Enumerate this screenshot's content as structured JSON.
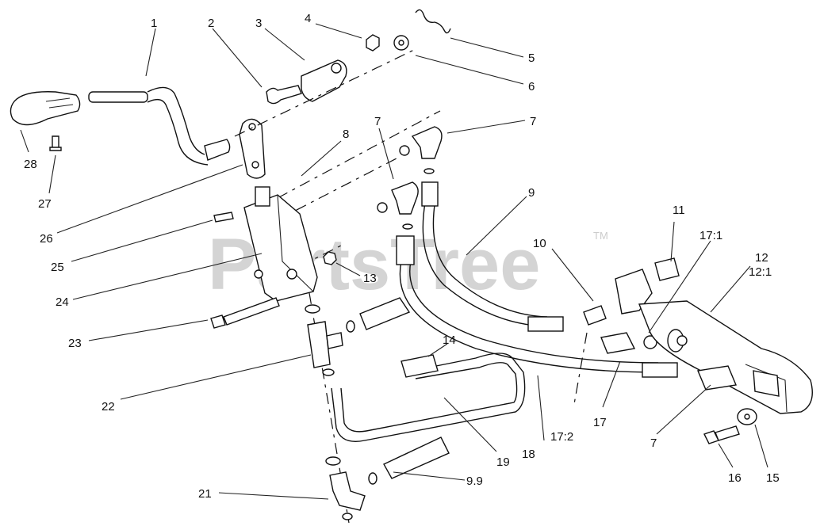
{
  "watermark": {
    "text": "PartsTree",
    "trademark": "TM"
  },
  "callouts": [
    {
      "id": "c1",
      "label": "1"
    },
    {
      "id": "c2",
      "label": "2"
    },
    {
      "id": "c3",
      "label": "3"
    },
    {
      "id": "c4",
      "label": "4"
    },
    {
      "id": "c5",
      "label": "5"
    },
    {
      "id": "c6",
      "label": "6"
    },
    {
      "id": "c7a",
      "label": "7"
    },
    {
      "id": "c7b",
      "label": "7"
    },
    {
      "id": "c7c",
      "label": "7"
    },
    {
      "id": "c8",
      "label": "8"
    },
    {
      "id": "c9",
      "label": "9"
    },
    {
      "id": "c10",
      "label": "10"
    },
    {
      "id": "c11",
      "label": "11"
    },
    {
      "id": "c12",
      "label": "12"
    },
    {
      "id": "c12_1",
      "label": "12:1"
    },
    {
      "id": "c13",
      "label": "13"
    },
    {
      "id": "c14",
      "label": "14"
    },
    {
      "id": "c15",
      "label": "15"
    },
    {
      "id": "c16",
      "label": "16"
    },
    {
      "id": "c17",
      "label": "17"
    },
    {
      "id": "c17_1",
      "label": "17:1"
    },
    {
      "id": "c17_2",
      "label": "17:2"
    },
    {
      "id": "c18",
      "label": "18"
    },
    {
      "id": "c19",
      "label": "19"
    },
    {
      "id": "c9_9",
      "label": "9.9"
    },
    {
      "id": "c21",
      "label": "21"
    },
    {
      "id": "c22",
      "label": "22"
    },
    {
      "id": "c23",
      "label": "23"
    },
    {
      "id": "c24",
      "label": "24"
    },
    {
      "id": "c25",
      "label": "25"
    },
    {
      "id": "c26",
      "label": "26"
    },
    {
      "id": "c27",
      "label": "27"
    },
    {
      "id": "c28",
      "label": "28"
    }
  ]
}
